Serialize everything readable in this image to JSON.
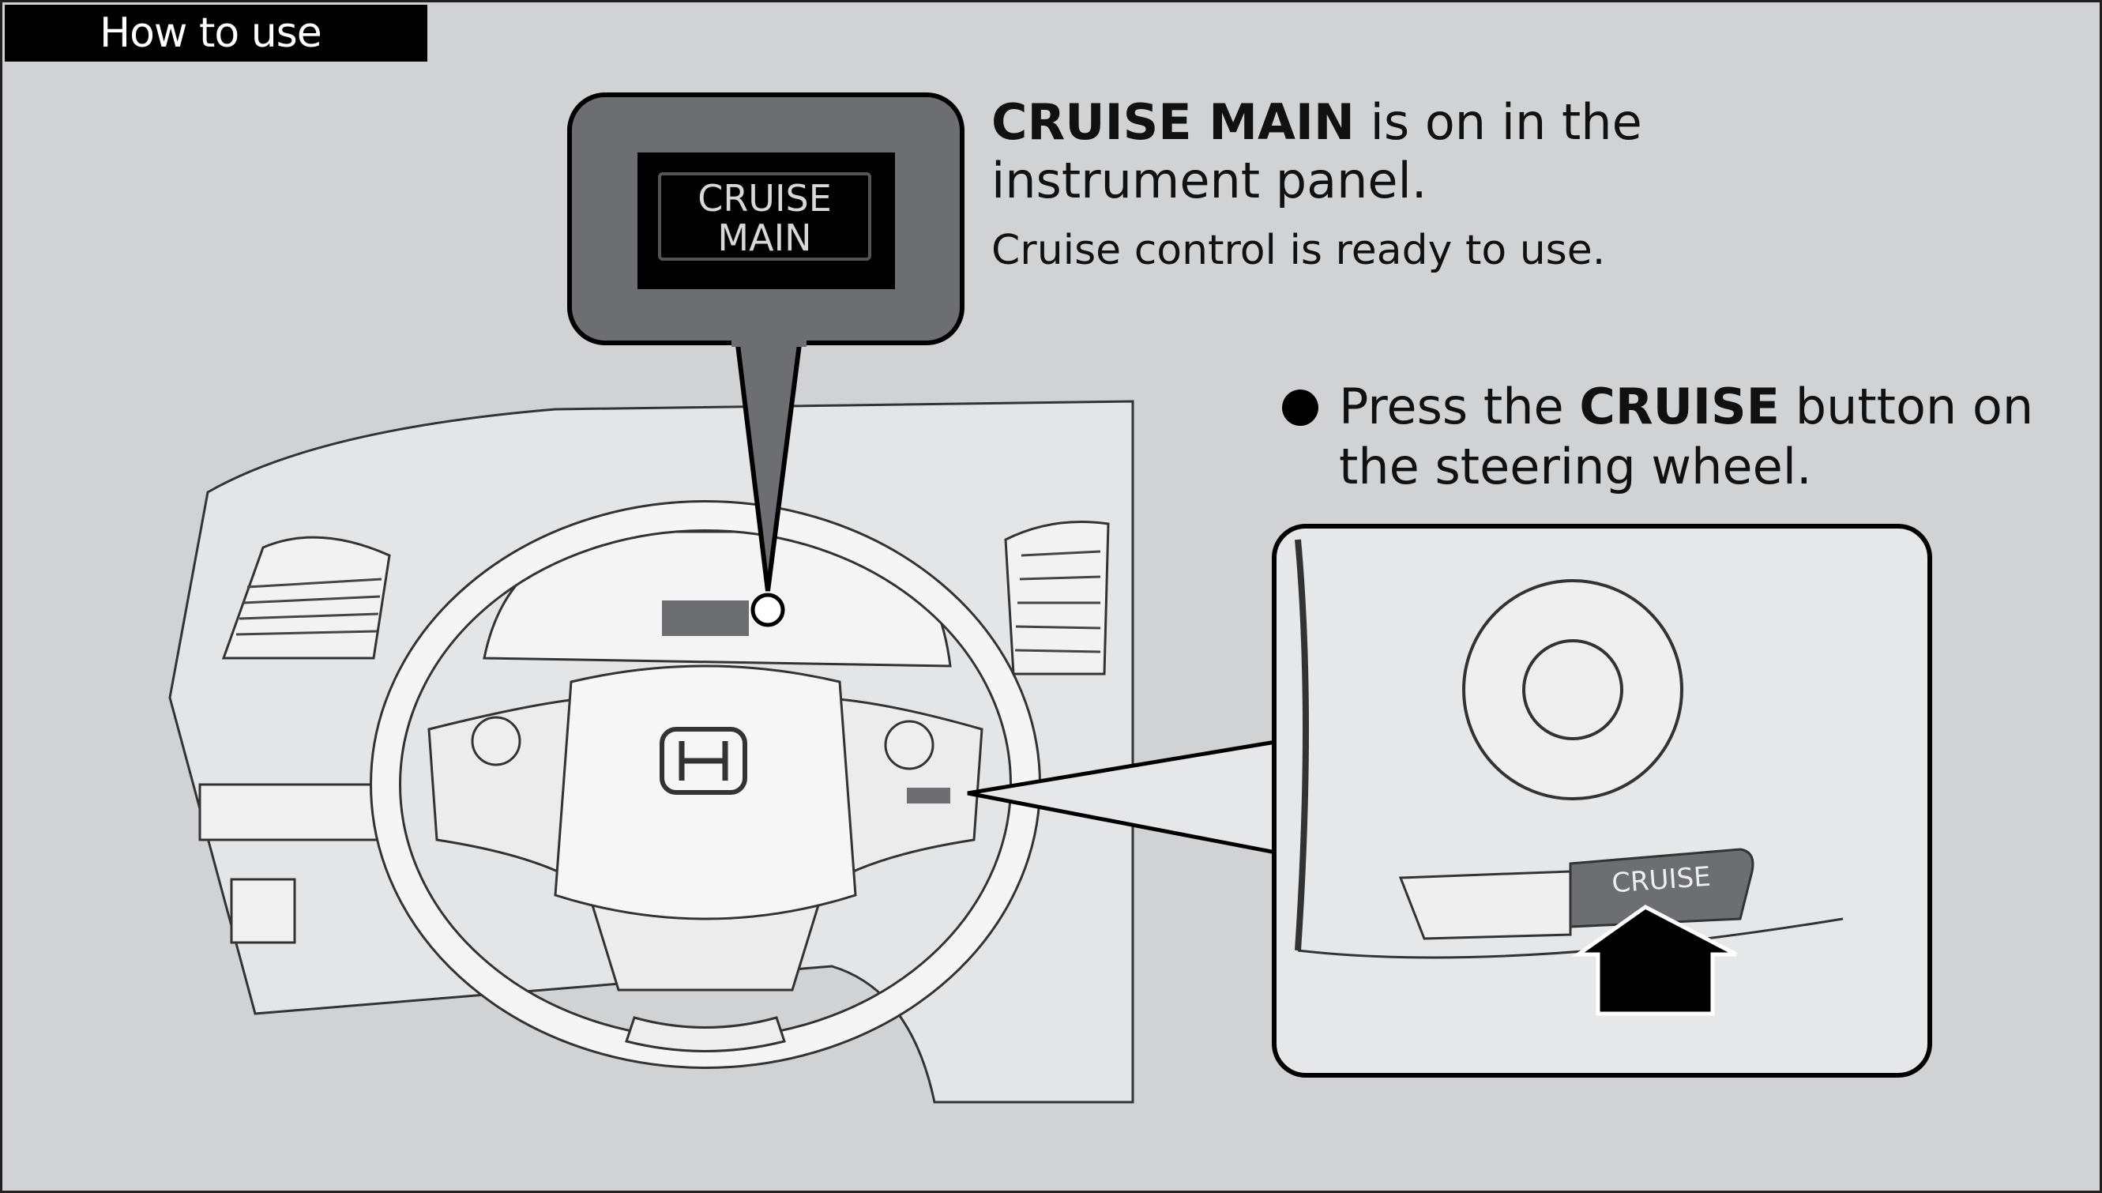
{
  "header": {
    "title": "How to use"
  },
  "indicator": {
    "display_line1": "CRUISE",
    "display_line2": "MAIN",
    "heading_bold": "CRUISE MAIN",
    "heading_rest": " is on in the instrument panel.",
    "description": "Cruise control is ready to use."
  },
  "step": {
    "prefix": "Press the ",
    "bold": "CRUISE",
    "suffix": " button on the steering wheel."
  },
  "inset": {
    "button_label": "CRUISE"
  },
  "colors": {
    "background": "#d1d2d4",
    "bubble": "#6d6e71",
    "header": "#000000"
  }
}
